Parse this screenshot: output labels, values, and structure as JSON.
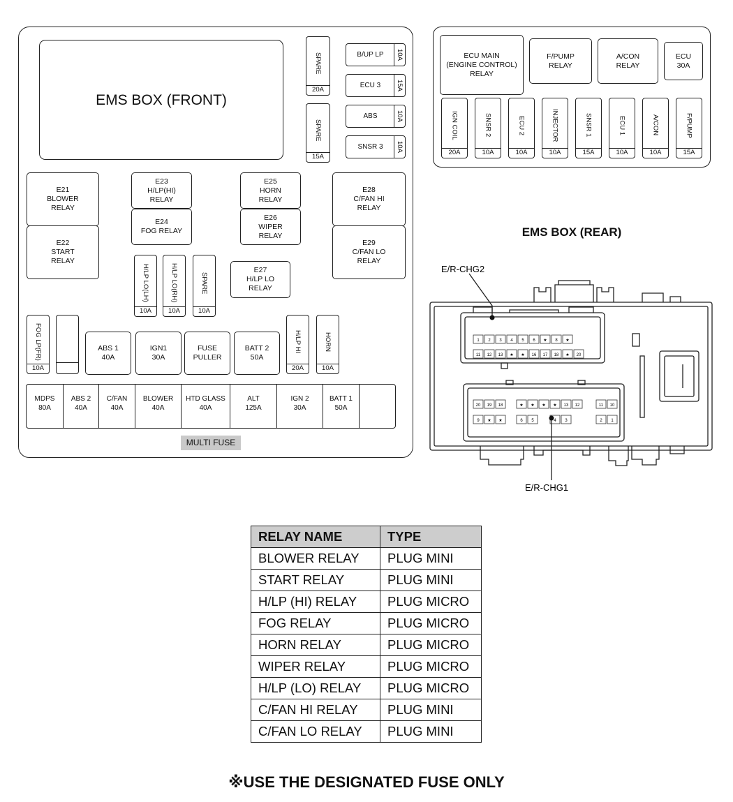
{
  "front_panel": {
    "title": "EMS BOX (FRONT)",
    "top_fuses": [
      {
        "label": "SPARE",
        "amp": "20A"
      },
      {
        "label": "SPARE",
        "amp": "15A"
      }
    ],
    "side_fuses": [
      {
        "label": "B/UP LP",
        "amp": "10A"
      },
      {
        "label": "ECU 3",
        "amp": "15A"
      },
      {
        "label": "ABS",
        "amp": "10A"
      },
      {
        "label": "SNSR 3",
        "amp": "10A"
      }
    ],
    "relays": {
      "e21": {
        "code": "E21",
        "name1": "BLOWER",
        "name2": "RELAY"
      },
      "e22": {
        "code": "E22",
        "name1": "START",
        "name2": "RELAY"
      },
      "e23": {
        "code": "E23",
        "name1": "H/LP(HI)",
        "name2": "RELAY"
      },
      "e24": {
        "code": "E24",
        "name1": "FOG RELAY"
      },
      "e25": {
        "code": "E25",
        "name1": "HORN",
        "name2": "RELAY"
      },
      "e26": {
        "code": "E26",
        "name1": "WIPER",
        "name2": "RELAY"
      },
      "e27": {
        "code": "E27",
        "name1": "H/LP LO",
        "name2": "RELAY"
      },
      "e28": {
        "code": "E28",
        "name1": "C/FAN HI",
        "name2": "RELAY"
      },
      "e29": {
        "code": "E29",
        "name1": "C/FAN LO",
        "name2": "RELAY"
      }
    },
    "mid_fuses": [
      {
        "label": "H/LP LO(LH)",
        "amp": "10A"
      },
      {
        "label": "H/LP LO(RH)",
        "amp": "10A"
      },
      {
        "label": "SPARE",
        "amp": "10A"
      }
    ],
    "row_fuses": {
      "fog": {
        "label": "FOG LP(FR)",
        "amp": "10A"
      },
      "hlphi": {
        "label": "H/LP HI",
        "amp": "20A"
      },
      "horn": {
        "label": "HORN",
        "amp": "10A"
      }
    },
    "row_boxes": [
      {
        "name": "ABS 1",
        "amp": "40A"
      },
      {
        "name": "IGN1",
        "amp": "30A"
      },
      {
        "name": "FUSE",
        "amp": "PULLER"
      },
      {
        "name": "BATT 2",
        "amp": "50A"
      }
    ],
    "multi_fuse": [
      {
        "name": "MDPS",
        "amp": "80A"
      },
      {
        "name": "ABS 2",
        "amp": "40A"
      },
      {
        "name": "C/FAN",
        "amp": "40A"
      },
      {
        "name": "BLOWER",
        "amp": "40A"
      },
      {
        "name": "HTD GLASS",
        "amp": "40A"
      },
      {
        "name": "ALT",
        "amp": "125A"
      },
      {
        "name": "IGN 2",
        "amp": "30A"
      },
      {
        "name": "BATT 1",
        "amp": "50A"
      }
    ],
    "multi_fuse_label": "MULTI FUSE"
  },
  "rear_panel": {
    "title": "EMS BOX (REAR)",
    "relays": [
      {
        "l1": "ECU MAIN",
        "l2": "(ENGINE CONTROL)",
        "l3": "RELAY"
      },
      {
        "l1": "F/PUMP",
        "l2": "RELAY"
      },
      {
        "l1": "A/CON",
        "l2": "RELAY"
      }
    ],
    "ecu_fuse": {
      "name": "ECU",
      "amp": "30A"
    },
    "fuses": [
      {
        "label": "IGN COIL",
        "amp": "20A"
      },
      {
        "label": "SNSR 2",
        "amp": "10A"
      },
      {
        "label": "ECU 2",
        "amp": "10A"
      },
      {
        "label": "INJECTOR",
        "amp": "10A"
      },
      {
        "label": "SNSR 1",
        "amp": "15A"
      },
      {
        "label": "ECU 1",
        "amp": "10A"
      },
      {
        "label": "A/CON",
        "amp": "10A"
      },
      {
        "label": "F/PUMP",
        "amp": "15A"
      }
    ]
  },
  "connector": {
    "chg2": "E/R-CHG2",
    "chg1": "E/R-CHG1",
    "top_row1": [
      "1",
      "2",
      "3",
      "4",
      "5",
      "6",
      "★",
      "8",
      "★"
    ],
    "top_row2": [
      "11",
      "12",
      "13",
      "★",
      "★",
      "16",
      "17",
      "18",
      "★",
      "20"
    ],
    "bot_row1": [
      "20",
      "19",
      "18",
      "★",
      "★",
      "★",
      "★",
      "13",
      "12",
      "11",
      "10"
    ],
    "bot_row2": [
      "9",
      "★",
      "★",
      "6",
      "5",
      "4",
      "3",
      "2",
      "1"
    ]
  },
  "relay_table": {
    "headers": [
      "RELAY NAME",
      "TYPE"
    ],
    "rows": [
      [
        "BLOWER RELAY",
        "PLUG MINI"
      ],
      [
        "START RELAY",
        "PLUG MINI"
      ],
      [
        "H/LP (HI) RELAY",
        "PLUG MICRO"
      ],
      [
        "FOG RELAY",
        "PLUG MICRO"
      ],
      [
        "HORN RELAY",
        "PLUG MICRO"
      ],
      [
        "WIPER RELAY",
        "PLUG MICRO"
      ],
      [
        "H/LP (LO) RELAY",
        "PLUG MICRO"
      ],
      [
        "C/FAN HI RELAY",
        "PLUG MINI"
      ],
      [
        "C/FAN LO RELAY",
        "PLUG MINI"
      ]
    ]
  },
  "note": "※USE THE DESIGNATED FUSE ONLY"
}
